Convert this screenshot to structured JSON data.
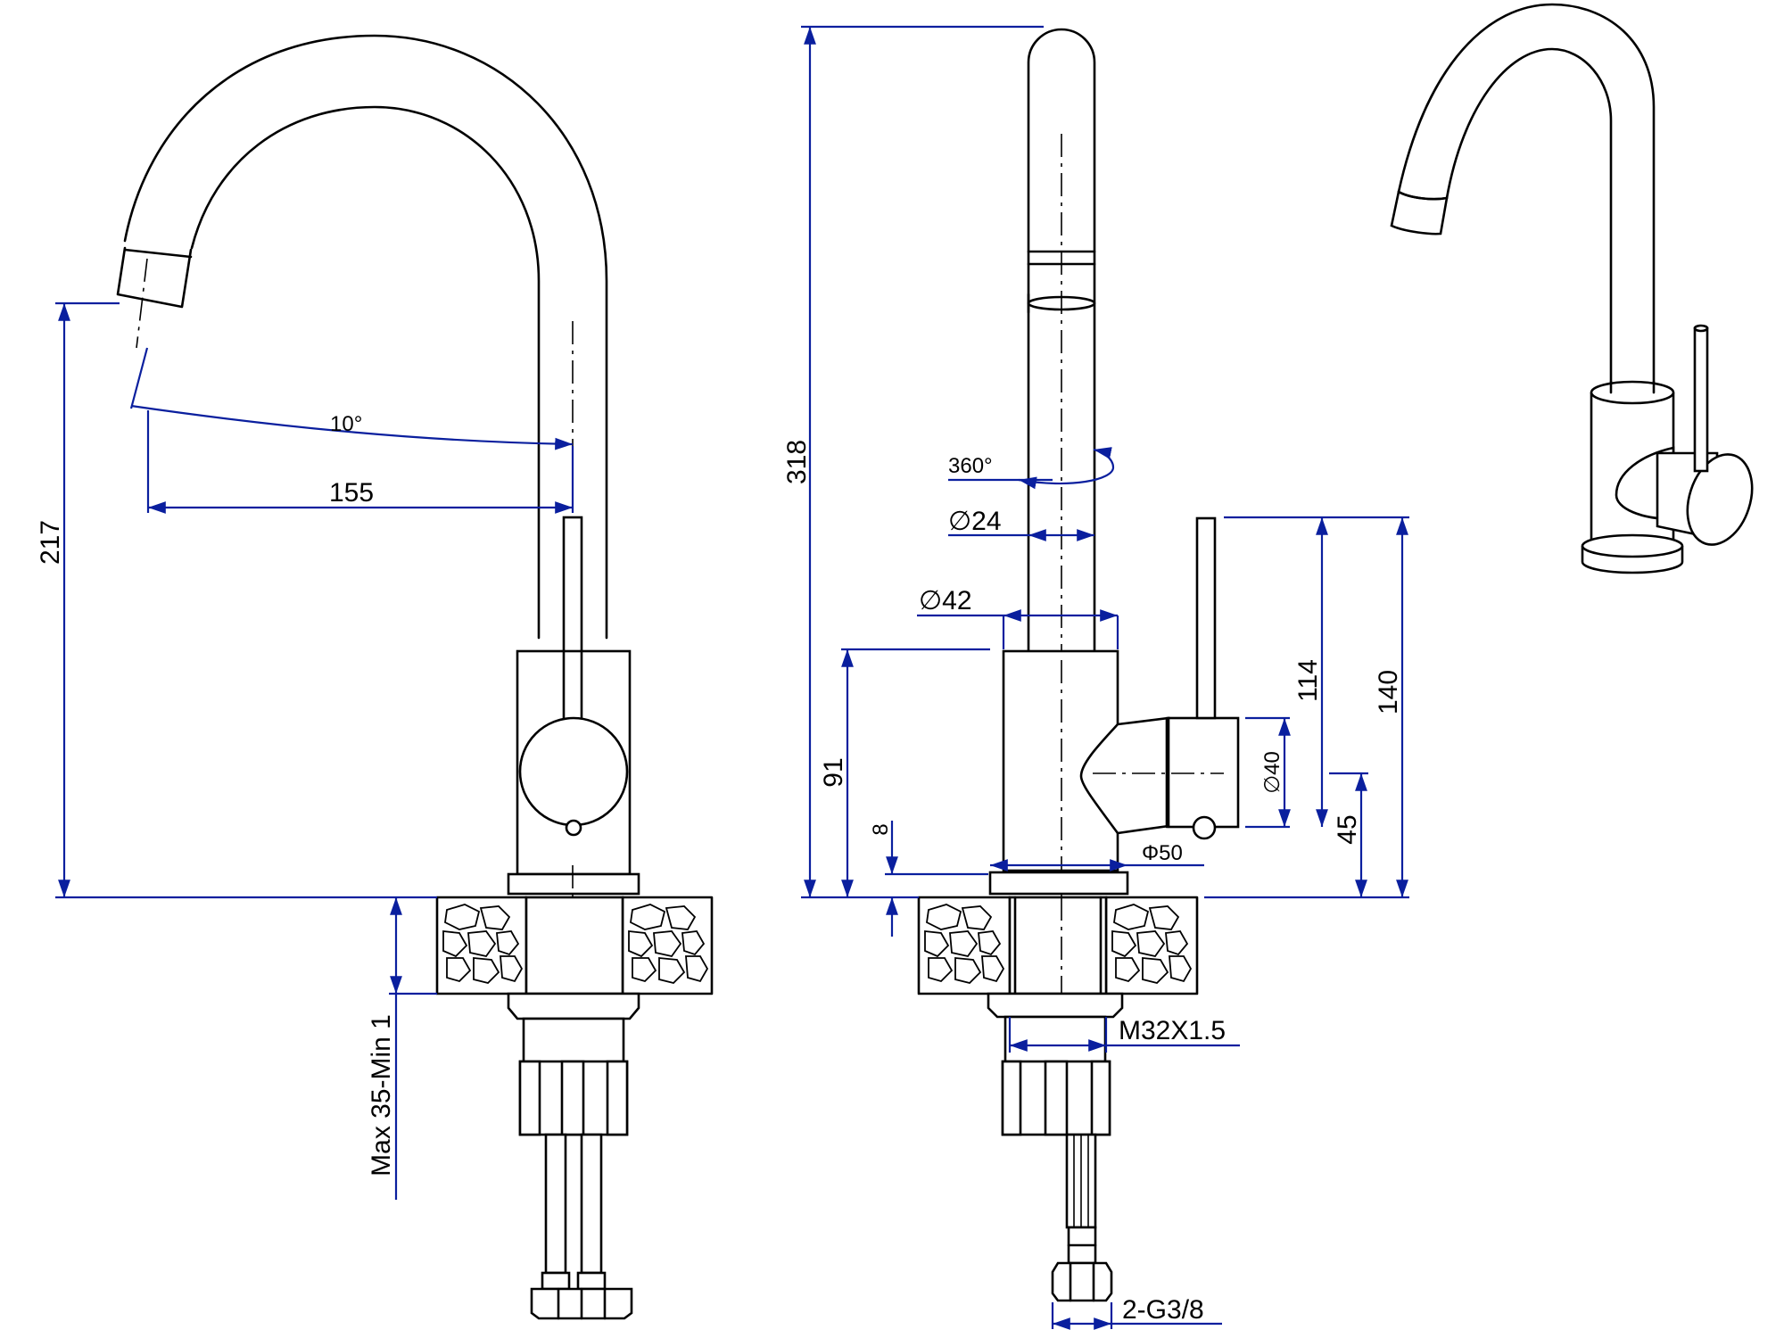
{
  "dimensions": {
    "side_angle": "10°",
    "side_reach": "155",
    "side_height": "217",
    "side_deck": "Max 35-Min 1",
    "front_total_height": "318",
    "front_rotation": "360°",
    "front_spout_dia": "∅24",
    "front_body_dia": "∅42",
    "front_body_height": "91",
    "front_base_offset": "8",
    "front_base_dia": "Φ50",
    "front_handle_dia": "∅40",
    "front_handle_center": "45",
    "front_lever_height": "114",
    "front_overall_lever": "140",
    "front_thread": "M32X1.5",
    "front_hose_thread": "2-G3/8"
  },
  "colors": {
    "line": "#000000",
    "dimension": "#0a1f9e",
    "background": "#ffffff"
  }
}
